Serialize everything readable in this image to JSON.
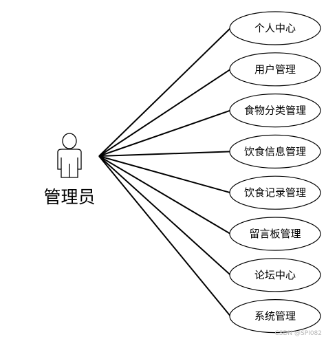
{
  "actor": {
    "label": "管理员",
    "icon": "stick-figure-actor-icon"
  },
  "use_cases": [
    {
      "id": "personal-center",
      "label": "个人中心"
    },
    {
      "id": "user-management",
      "label": "用户管理"
    },
    {
      "id": "food-category-management",
      "label": "食物分类管理"
    },
    {
      "id": "diet-info-management",
      "label": "饮食信息管理"
    },
    {
      "id": "diet-record-management",
      "label": "饮食记录管理"
    },
    {
      "id": "message-board-management",
      "label": "留言板管理"
    },
    {
      "id": "forum-center",
      "label": "论坛中心"
    },
    {
      "id": "system-management",
      "label": "系统管理"
    }
  ],
  "watermark": "CSDN @SPI082",
  "colors": {
    "stroke": "#000000",
    "background": "#ffffff",
    "watermark": "#b5b5b5"
  }
}
